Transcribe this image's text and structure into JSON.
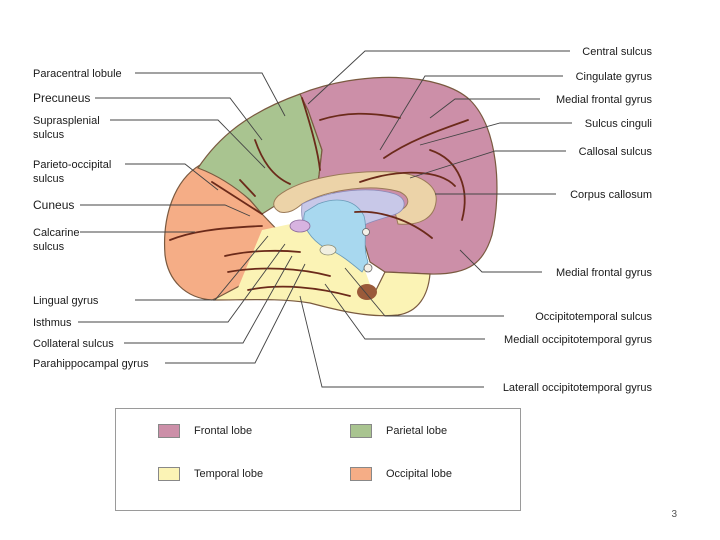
{
  "labels_left": [
    {
      "text": "Paracentral lobule"
    },
    {
      "text": "Precuneus"
    },
    {
      "text": "Suprasplenial"
    },
    {
      "text": "sulcus"
    },
    {
      "text": "Parieto-occipital"
    },
    {
      "text": "sulcus"
    },
    {
      "text": "Cuneus"
    },
    {
      "text": "Calcarine"
    },
    {
      "text": "sulcus"
    },
    {
      "text": "Lingual gyrus"
    },
    {
      "text": "Isthmus"
    },
    {
      "text": "Collateral sulcus"
    },
    {
      "text": "Parahippocampal gyrus"
    }
  ],
  "labels_right": [
    {
      "text": "Central sulcus"
    },
    {
      "text": "Cingulate gyrus"
    },
    {
      "text": "Medial frontal gyrus"
    },
    {
      "text": "Sulcus cinguli"
    },
    {
      "text": "Callosal sulcus"
    },
    {
      "text": "Corpus callosum"
    },
    {
      "text": "Medial frontal gyrus"
    },
    {
      "text": "Occipitotemporal sulcus"
    },
    {
      "text": "Mediall occipitotemporal gyrus"
    },
    {
      "text": "Laterall occipitotemporal gyrus"
    }
  ],
  "legend": [
    {
      "label": "Frontal lobe",
      "color": "#cc8fa8"
    },
    {
      "label": "Parietal lobe",
      "color": "#a9c490"
    },
    {
      "label": "Temporal lobe",
      "color": "#fbf3b5"
    },
    {
      "label": "Occipital lobe",
      "color": "#f5ad86"
    }
  ],
  "colors": {
    "frontal": "#cc8fa8",
    "parietal": "#a9c490",
    "temporal": "#fbf3b5",
    "occipital": "#f5ad86",
    "corpus_callosum": "#ecd3a8",
    "ventricle": "#a8d8ef",
    "fornix": "#c8c8e8",
    "brainstem_nucleus": "#9a5a3a"
  },
  "page_number": "3"
}
